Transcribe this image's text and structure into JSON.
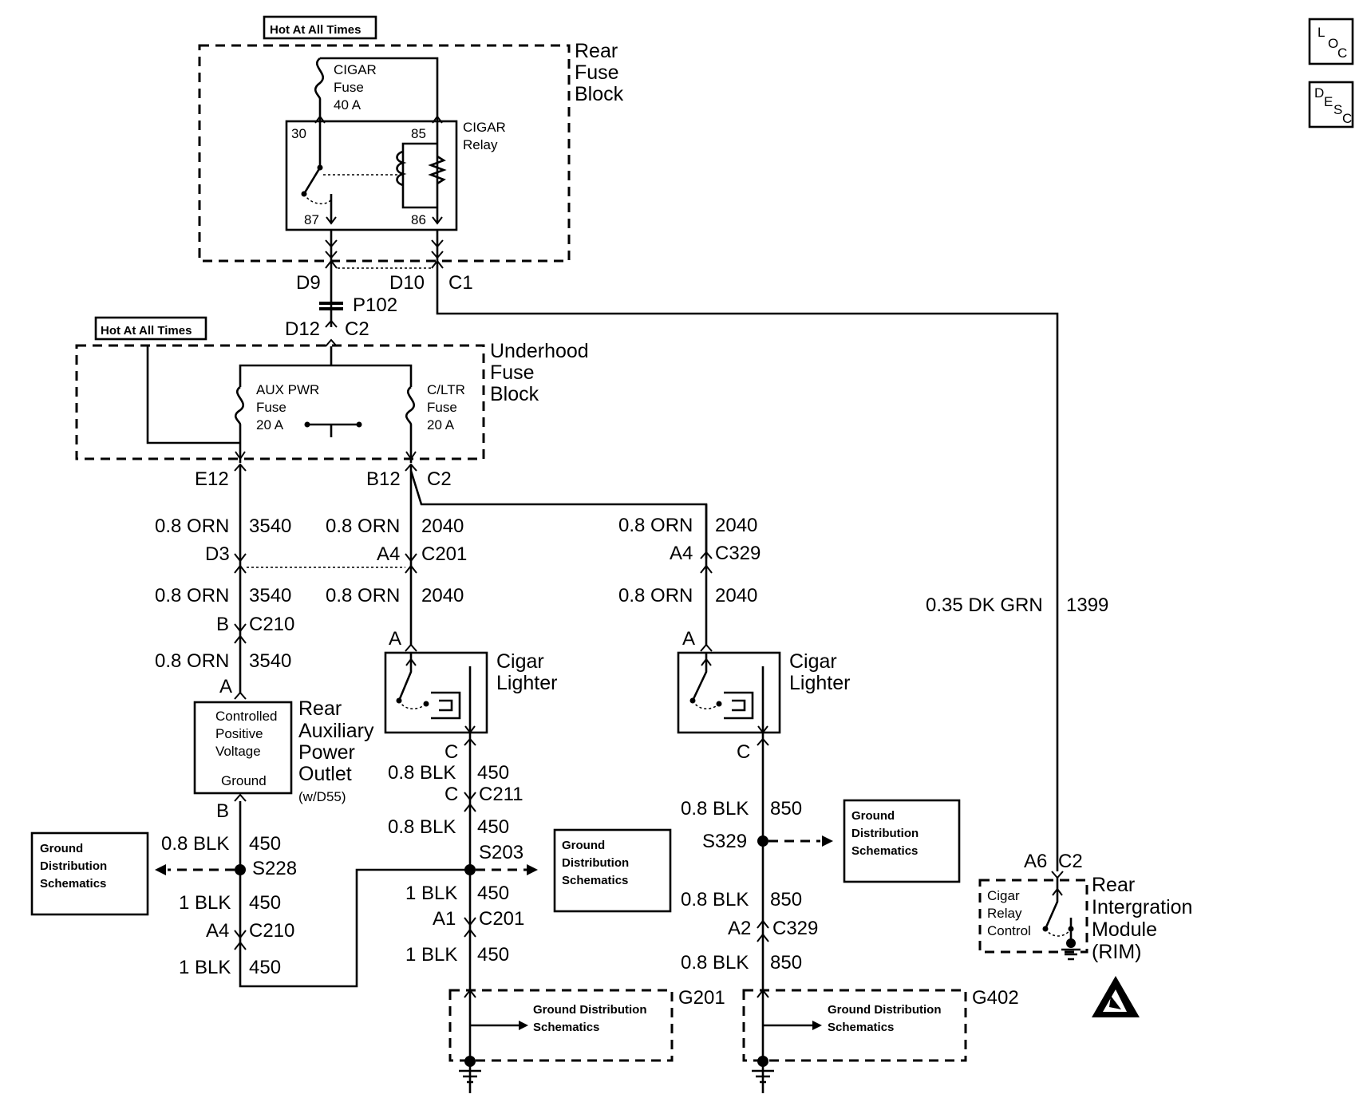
{
  "hot_labels": [
    "Hot At All Times",
    "Hot At All Times"
  ],
  "rear_fuse_block": {
    "label": [
      "Rear",
      "Fuse",
      "Block"
    ],
    "cigar_fuse": [
      "CIGAR",
      "Fuse",
      "40 A"
    ],
    "relay": [
      "CIGAR",
      "Relay"
    ],
    "pins": [
      "30",
      "85",
      "87",
      "86"
    ]
  },
  "connectors_top": {
    "d9": "D9",
    "d10": "D10",
    "c1": "C1",
    "p102": "P102",
    "d12": "D12",
    "c2": "C2"
  },
  "underhood": {
    "label": [
      "Underhood",
      "Fuse",
      "Block"
    ],
    "aux_fuse": [
      "AUX PWR",
      "Fuse",
      "20 A"
    ],
    "cltr_fuse": [
      "C/LTR",
      "Fuse",
      "20 A"
    ],
    "e12": "E12",
    "b12": "B12",
    "c2": "C2"
  },
  "left_branch": {
    "w1": "0.8 ORN",
    "c1": "3540",
    "d3": "D3",
    "w2": "0.8 ORN",
    "c2": "3540",
    "b": "B",
    "c210": "C210",
    "w3": "0.8 ORN",
    "c3": "3540",
    "a": "A",
    "outlet_box": [
      "Controlled",
      "Positive",
      "Voltage",
      "Ground"
    ],
    "outlet_label": [
      "Rear",
      "Auxiliary",
      "Power",
      "Outlet",
      "(w/D55)"
    ],
    "b2": "B",
    "w4": "0.8 BLK",
    "c4": "450",
    "s228": "S228",
    "w5": "1 BLK",
    "c5": "450",
    "a4": "A4",
    "c210b": "C210",
    "w6": "1 BLK",
    "c6": "450"
  },
  "middle_branch": {
    "w1": "0.8 ORN",
    "c1": "2040",
    "a4": "A4",
    "c201": "C201",
    "w2": "0.8 ORN",
    "c2": "2040",
    "a": "A",
    "lighter": [
      "Cigar",
      "Lighter"
    ],
    "c": "C",
    "w3": "0.8 BLK",
    "c3": "450",
    "c_b": "C",
    "c211": "C211",
    "w4": "0.8 BLK",
    "c4": "450",
    "s203": "S203",
    "w5": "1 BLK",
    "c5": "450",
    "a1": "A1",
    "c201b": "C201",
    "w6": "1 BLK",
    "c6": "450",
    "g201": "G201"
  },
  "right_branch": {
    "w1": "0.8 ORN",
    "c1": "2040",
    "a4": "A4",
    "c329": "C329",
    "w2": "0.8 ORN",
    "c2": "2040",
    "a": "A",
    "lighter": [
      "Cigar",
      "Lighter"
    ],
    "c": "C",
    "w3": "0.8 BLK",
    "c3": "850",
    "s329": "S329",
    "w4": "0.8 BLK",
    "c4": "850",
    "a2": "A2",
    "c329b": "C329",
    "w5": "0.8 BLK",
    "c5": "850",
    "g402": "G402"
  },
  "rim_branch": {
    "w1": "0.35 DK GRN",
    "c1": "1399",
    "a6": "A6",
    "c2": "C2",
    "box": [
      "Cigar",
      "Relay",
      "Control"
    ],
    "label": [
      "Rear",
      "Intergration",
      "Module",
      "(RIM)"
    ]
  },
  "ground_schematics": [
    "Ground",
    "Distribution",
    "Schematics"
  ],
  "ground_schematics_inline": [
    "Ground Distribution",
    "Schematics"
  ],
  "icons": {
    "loc": [
      "L",
      "O",
      "C"
    ],
    "desc": [
      "D",
      "E",
      "S",
      "C"
    ]
  }
}
